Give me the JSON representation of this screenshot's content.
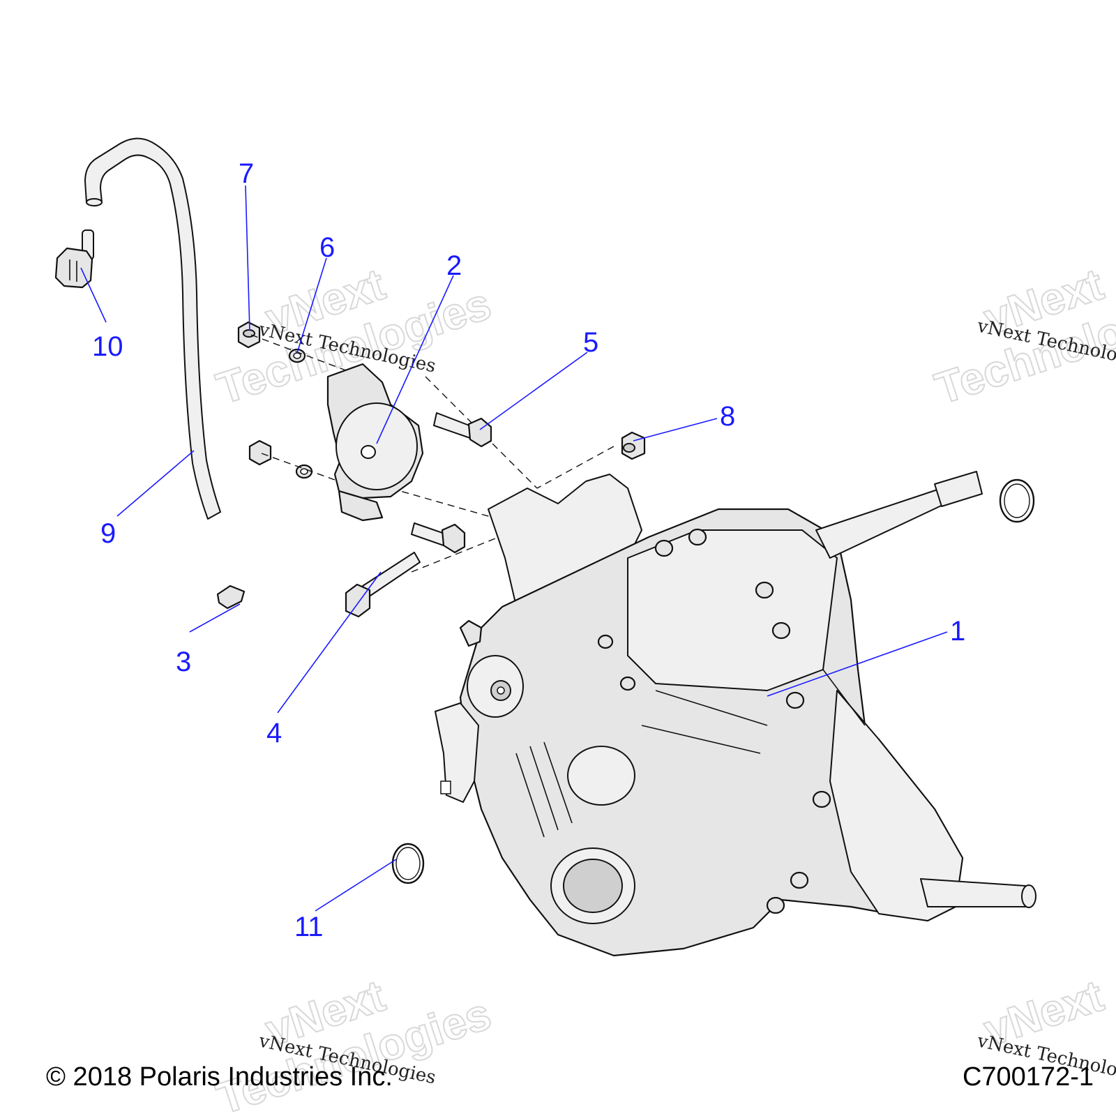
{
  "callouts": {
    "c1": "1",
    "c2": "2",
    "c3": "3",
    "c4": "4",
    "c5": "5",
    "c6": "6",
    "c7": "7",
    "c8": "8",
    "c9": "9",
    "c10": "10",
    "c11": "11"
  },
  "watermarks": {
    "brand": "vNext",
    "word": "Technologies",
    "full": "vNext Technologies"
  },
  "footer": {
    "copyright": "© 2018 Polaris Industries Inc.",
    "drawing_number": "C700172-1"
  },
  "colors": {
    "callout": "#1a1aff",
    "outline": "#111111"
  }
}
